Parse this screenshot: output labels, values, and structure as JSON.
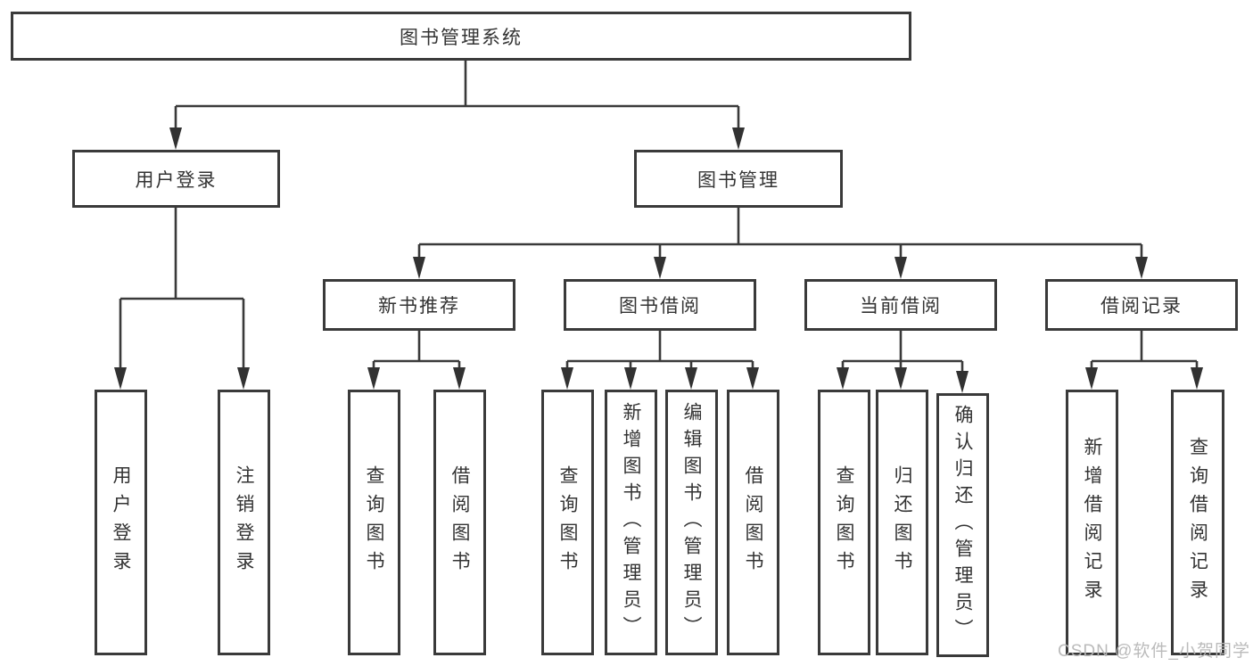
{
  "tree": {
    "root": "图书管理系统",
    "branches": [
      {
        "label": "用户登录",
        "children": [
          "用户登录",
          "注销登录"
        ]
      },
      {
        "label": "图书管理",
        "children": [
          {
            "label": "新书推荐",
            "children": [
              "查询图书",
              "借阅图书"
            ]
          },
          {
            "label": "图书借阅",
            "children": [
              "查询图书",
              "新增图书（管理员）",
              "编辑图书（管理员）",
              "借阅图书"
            ]
          },
          {
            "label": "当前借阅",
            "children": [
              "查询图书",
              "归还图书",
              "确认归还（管理员）"
            ]
          },
          {
            "label": "借阅记录",
            "children": [
              "新增借阅记录",
              "查询借阅记录"
            ]
          }
        ]
      }
    ]
  },
  "watermark": {
    "text": "CSDN @软件_小贺同学"
  },
  "colors": {
    "line": "#3a3a3a",
    "border": "#3a3a3a",
    "text": "#333333",
    "watermark": "#b7b7b7",
    "background": "#ffffff"
  }
}
